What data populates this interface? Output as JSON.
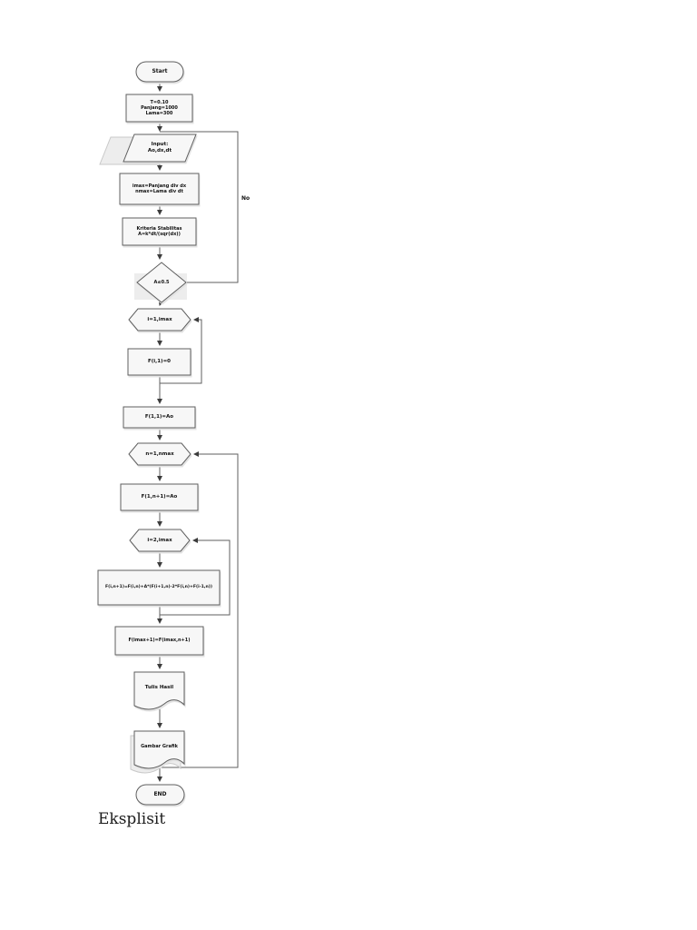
{
  "page": {
    "background_color": "#ffffff",
    "caption": "Eksplisit"
  },
  "flowchart": {
    "stroke_color": "#5f5f5f",
    "shape_fill_color": "#f7f7f7",
    "nodes": {
      "start": {
        "type": "terminator",
        "label": "Start"
      },
      "init": {
        "type": "process",
        "label": "T=0.10\nPanjang=1000\nLama=300"
      },
      "input": {
        "type": "data-input",
        "label": "Input:\nAo,dx,dt"
      },
      "maxcalc": {
        "type": "process",
        "label": "imax=Panjang div dx\nnmax=Lama div dt"
      },
      "kriteria": {
        "type": "process",
        "label": "Kriteria Stabilitas\nA=k*dt/(sqr(dx))"
      },
      "decision": {
        "type": "decision",
        "label": "A≤0.5"
      },
      "loop_i1": {
        "type": "loop",
        "label": "i=1,imax"
      },
      "init_f": {
        "type": "process",
        "label": "F(i,1)=0"
      },
      "bc_left": {
        "type": "process",
        "label": "F(1,1)=Ao"
      },
      "loop_n": {
        "type": "loop",
        "label": "n=1,nmax"
      },
      "bc_time": {
        "type": "process",
        "label": "F(1,n+1)=Ao"
      },
      "loop_i2": {
        "type": "loop",
        "label": "i=2,imax"
      },
      "formula": {
        "type": "process",
        "label": "F(i,n+1)=F(i,n)+A*(F(i+1,n)-2*F(i,n)+F(i-1,n))"
      },
      "bc_right": {
        "type": "process",
        "label": "F(imax+1)=F(imax,n+1)"
      },
      "tulis": {
        "type": "document",
        "label": "Tulis Hasil"
      },
      "grafik": {
        "type": "document",
        "label": "Gambar Grafik"
      },
      "end": {
        "type": "terminator",
        "label": "END"
      }
    },
    "edge_labels": {
      "no": "No"
    }
  }
}
